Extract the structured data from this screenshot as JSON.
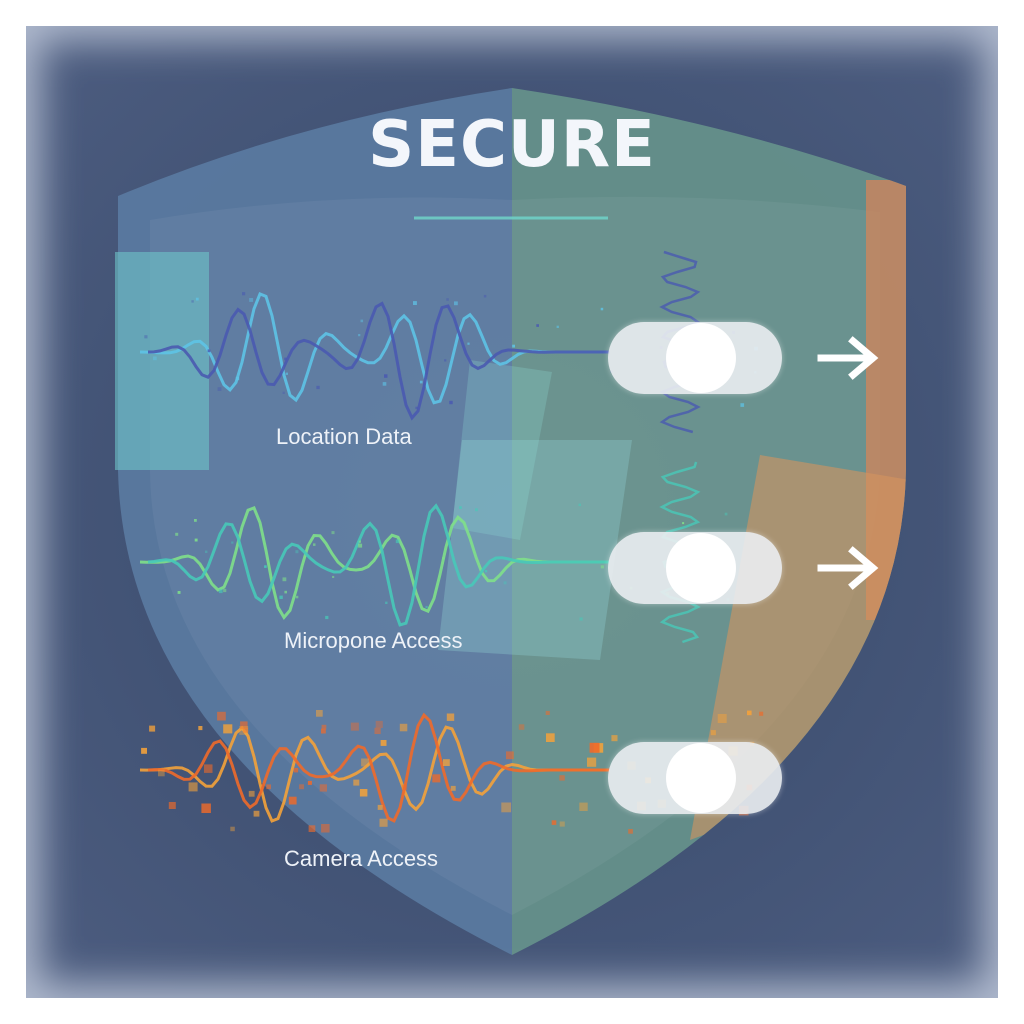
{
  "header": {
    "title": "SECURE"
  },
  "permissions": [
    {
      "label": "Location Data",
      "wave_color": "#5ec3e6",
      "wave_color_alt": "#4a5ab0",
      "has_arrow": true
    },
    {
      "label": "Micropone Access",
      "wave_color": "#7fe08a",
      "wave_color_alt": "#48c9b8",
      "has_arrow": true
    },
    {
      "label": "Camera Access",
      "wave_color": "#f4a23a",
      "wave_color_alt": "#ef6a2a",
      "has_arrow": false
    }
  ],
  "icons": {
    "toggle": "toggle-switch",
    "arrow": "arrow-right-icon",
    "shield": "shield-icon"
  },
  "colors": {
    "background": "#44557a",
    "shield_left": "#5d7fa6",
    "shield_right": "#6a9a8e",
    "accent_orange": "#d4845a",
    "toggle_track": "#ebeef2"
  }
}
